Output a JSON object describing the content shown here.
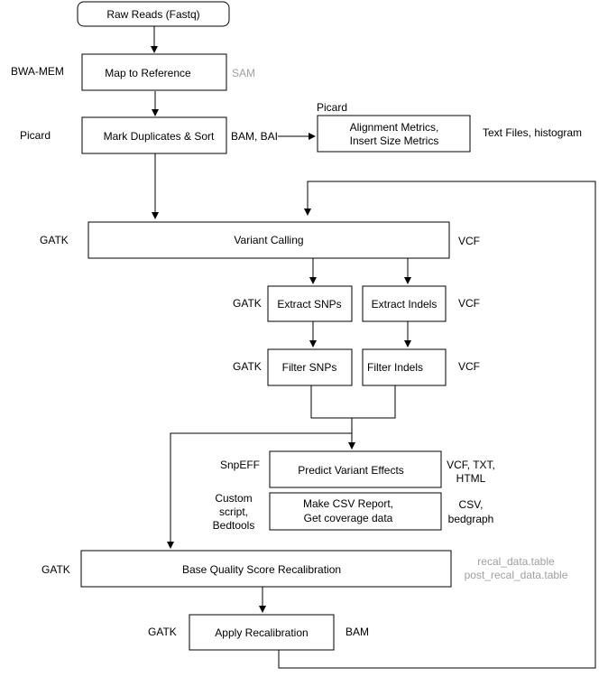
{
  "nodes": {
    "raw_reads": "Raw Reads (Fastq)",
    "map_ref": "Map to Reference",
    "mark_dup": "Mark Duplicates & Sort",
    "align_metrics_1": "Alignment Metrics,",
    "align_metrics_2": "Insert Size Metrics",
    "variant_calling": "Variant Calling",
    "extract_snps": "Extract SNPs",
    "extract_indels": "Extract Indels",
    "filter_snps": "Filter SNPs",
    "filter_indels": "Filter Indels",
    "predict_effects": "Predict Variant Effects",
    "csv_report_1": "Make CSV Report,",
    "csv_report_2": "Get coverage data",
    "bqsr": "Base Quality Score Recalibration",
    "apply_recal": "Apply Recalibration"
  },
  "tools": {
    "bwa": "BWA-MEM",
    "picard_1": "Picard",
    "picard_2": "Picard",
    "gatk_vc": "GATK",
    "gatk_extract": "GATK",
    "gatk_filter": "GATK",
    "snpeff": "SnpEFF",
    "custom_1": "Custom",
    "custom_2": "script,",
    "custom_3": "Bedtools",
    "gatk_bqsr": "GATK",
    "gatk_apply": "GATK"
  },
  "outputs": {
    "sam": "SAM",
    "bam_bai": "BAM, BAI",
    "text_files": "Text Files, histogram",
    "vcf_vc": "VCF",
    "vcf_extract": "VCF",
    "vcf_filter": "VCF",
    "effects_1": "VCF, TXT,",
    "effects_2": "HTML",
    "csv_1": "CSV,",
    "csv_2": "bedgraph",
    "recal_1": "recal_data.table",
    "recal_2": "post_recal_data.table",
    "bam": "BAM"
  },
  "colors": {
    "stroke": "#000000",
    "muted_text": "#a0a0a0",
    "background": "#ffffff"
  }
}
